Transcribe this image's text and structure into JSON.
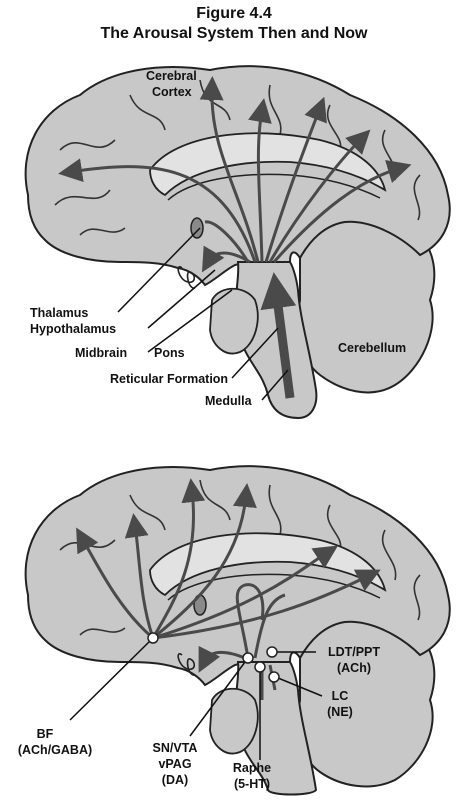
{
  "figure": {
    "number": "Figure 4.4",
    "title": "The Arousal System Then and Now"
  },
  "top_panel": {
    "labels": {
      "cerebral_cortex_1": "Cerebral",
      "cerebral_cortex_2": "Cortex",
      "thalamus": "Thalamus",
      "hypothalamus": "Hypothalamus",
      "midbrain": "Midbrain",
      "pons": "Pons",
      "reticular_formation": "Reticular Formation",
      "medulla": "Medulla",
      "cerebellum": "Cerebellum"
    }
  },
  "bottom_panel": {
    "labels": {
      "bf_1": "BF",
      "bf_2": "(ACh/GABA)",
      "sn_1": "SN/VTA",
      "sn_2": "vPAG",
      "sn_3": "(DA)",
      "raphe_1": "Raphe",
      "raphe_2": "(5-HT)",
      "ldt_1": "LDT/PPT",
      "ldt_2": "(ACh)",
      "lc_1": "LC",
      "lc_2": "(NE)"
    }
  },
  "colors": {
    "brain_fill": "#c8c8c8",
    "brain_inner": "#d8d8d8",
    "outline": "#222222",
    "pathway": "#4a4a4a"
  }
}
